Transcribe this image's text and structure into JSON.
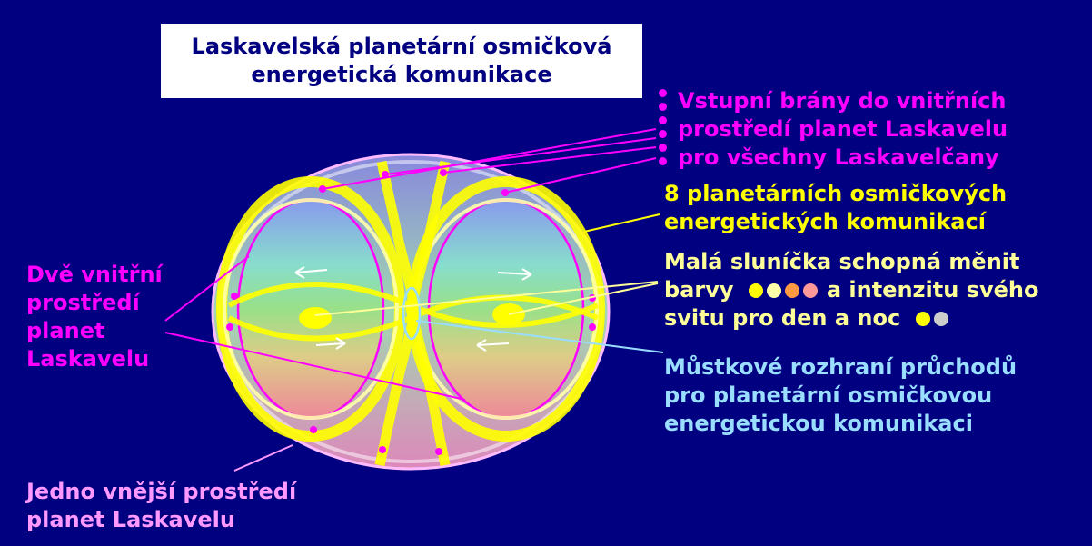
{
  "title": {
    "line1": "Laskavelská planetární osmičková",
    "line2": "energetická komunikace"
  },
  "labels": {
    "gates": [
      "Vstupní brány do vnitřních",
      "prostředí planet Laskavelu",
      "pro všechny Laskavelčany"
    ],
    "communications": [
      "8 planetárních osmičkových",
      "energetických komunikací"
    ],
    "suns": {
      "line1": "Malá sluníčka schopná měnit",
      "line2_prefix": "barvy",
      "line2_suffix": "a intenzitu svého",
      "line3": "svitu pro den a noc"
    },
    "bridge": [
      "Můstkové rozhraní průchodů",
      "pro planetární osmičkovou",
      "energetickou komunikaci"
    ],
    "inner": [
      "Dvě vnitřní",
      "prostředí",
      "planet",
      "Laskavelu"
    ],
    "outer": [
      "Jedno vnější prostředí",
      "planet Laskavelu"
    ]
  },
  "colors": {
    "background": "#000080",
    "title_text": "#000080",
    "title_bg": "#ffffff",
    "magenta": "#ff00ff",
    "yellow": "#ffff00",
    "pale_yellow": "#ffff99",
    "light_blue": "#99ddff",
    "pink": "#ff99ff",
    "sun_colors_day": [
      "#ffff00",
      "#ffffaa",
      "#ff9944",
      "#ff9999"
    ],
    "sun_colors_night": [
      "#ffff00",
      "#cccccc"
    ]
  }
}
